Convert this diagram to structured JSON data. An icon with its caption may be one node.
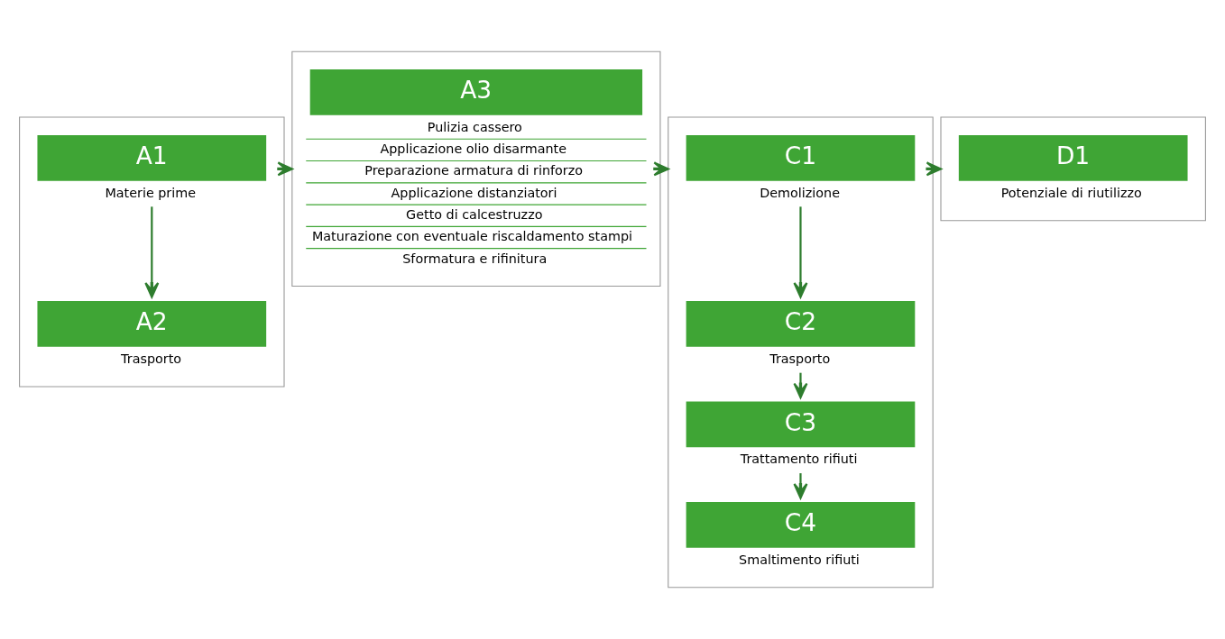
{
  "diagram": {
    "nodes": [
      {
        "text": [],
        "shape": "box"
      },
      {
        "text": [
          "A1",
          "Materie prime"
        ],
        "in": 0
      },
      {
        "text": [
          "A2",
          "Trasporto"
        ],
        "in": 0
      },
      {
        "text": [],
        "shape": "box"
      },
      {
        "text": [
          "A3",
          "Pulizia cassero",
          "Applicazione olio disarmante",
          "Preparazione armatura di rinforzo",
          "Applicazione distanziatori",
          "Getto di calcestruzzo",
          "Maturazione con eventuale riscaldamento stampi",
          "Sformatura e rifinitura"
        ],
        "in": 3
      },
      {
        "text": [],
        "shape": "box"
      },
      {
        "text": [
          "C1",
          "Demolizione"
        ],
        "in": 5
      },
      {
        "text": [
          "C2",
          "Trasporto"
        ],
        "in": 5
      },
      {
        "text": [
          "C3",
          "Trattamento rifiuti"
        ],
        "in": 5
      },
      {
        "text": [
          "C4",
          "Smaltimento rifiuti"
        ],
        "in": 5
      },
      {
        "text": [],
        "shape": "box"
      },
      {
        "text": [
          "D1",
          "Potenziale di riutilizzo"
        ],
        "in": 10
      }
    ],
    "edges": [
      {
        "from": 1,
        "to": 2,
        "arrow": "to"
      },
      {
        "from": 0,
        "to": 3,
        "arrow": "to"
      },
      {
        "from": 3,
        "to": 5,
        "arrow": "to"
      },
      {
        "from": 6,
        "to": 7,
        "arrow": "to"
      },
      {
        "from": 7,
        "to": 8,
        "arrow": "to"
      },
      {
        "from": 8,
        "to": 9,
        "arrow": "to"
      },
      {
        "from": 5,
        "to": 10,
        "arrow": "to"
      }
    ]
  }
}
